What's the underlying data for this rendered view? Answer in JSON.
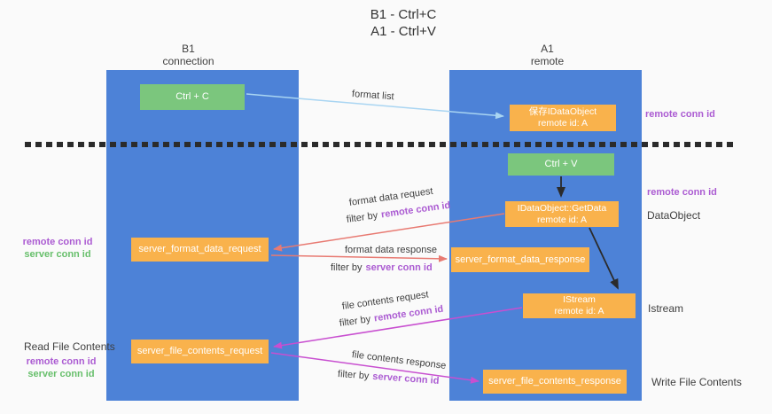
{
  "title": {
    "line1": "B1 - Ctrl+C",
    "line2": "A1 - Ctrl+V"
  },
  "colors": {
    "background": "#fafafa",
    "column_blue": "#4d82d7",
    "box_green": "#7bc67d",
    "box_orange": "#f9b24c",
    "text_dark": "#3f3f3f",
    "conn_purple": "#ab5bd2",
    "conn_green": "#67bf6b",
    "arrow_lightblue": "#a9d5f2",
    "arrow_black": "#2b2b2b",
    "arrow_red": "#e87a72",
    "arrow_magenta": "#c84fd0",
    "divider_black": "#2b2b2b"
  },
  "columns": {
    "left": {
      "title": "B1",
      "subtitle": "connection"
    },
    "right": {
      "title": "A1",
      "subtitle": "remote"
    }
  },
  "nodes": {
    "ctrl_c": {
      "label": "Ctrl + C"
    },
    "save_idataobject": {
      "line1": "保存IDataObject",
      "line2": "remote id: A"
    },
    "ctrl_v": {
      "label": "Ctrl + V"
    },
    "getdata": {
      "line1": "IDataObject::GetData",
      "line2": "remote id: A"
    },
    "istream": {
      "line1": "IStream",
      "line2": "remote id: A"
    },
    "server_format_data_request": {
      "label": "server_format_data_request"
    },
    "server_format_data_response": {
      "label": "server_format_data_response"
    },
    "server_file_contents_request": {
      "label": "server_file_contents_request"
    },
    "server_file_contents_response": {
      "label": "server_file_contents_response"
    }
  },
  "flows": {
    "format_list": {
      "label": "format list"
    },
    "format_data_request": {
      "label": "format data request",
      "filter_prefix": "filter by",
      "filter_key": "remote conn id"
    },
    "format_data_response": {
      "label": "format data response",
      "filter_prefix": "filter by",
      "filter_key": "server conn id"
    },
    "file_contents_request": {
      "label": "file contents request",
      "filter_prefix": "filter by",
      "filter_key": "remote conn id"
    },
    "file_contents_response": {
      "label": "file contents response",
      "filter_prefix": "filter by",
      "filter_key": "server conn id"
    }
  },
  "annotations": {
    "remote_conn_top": "remote conn id",
    "remote_conn_mid": "remote conn id",
    "dataobject": "DataObject",
    "istream": "Istream",
    "write_file_contents": "Write File Contents",
    "read_file_contents": "Read File Contents",
    "left_mid": {
      "remote": "remote conn id",
      "server": "server conn id"
    },
    "left_bottom": {
      "remote": "remote conn id",
      "server": "server conn id"
    }
  }
}
